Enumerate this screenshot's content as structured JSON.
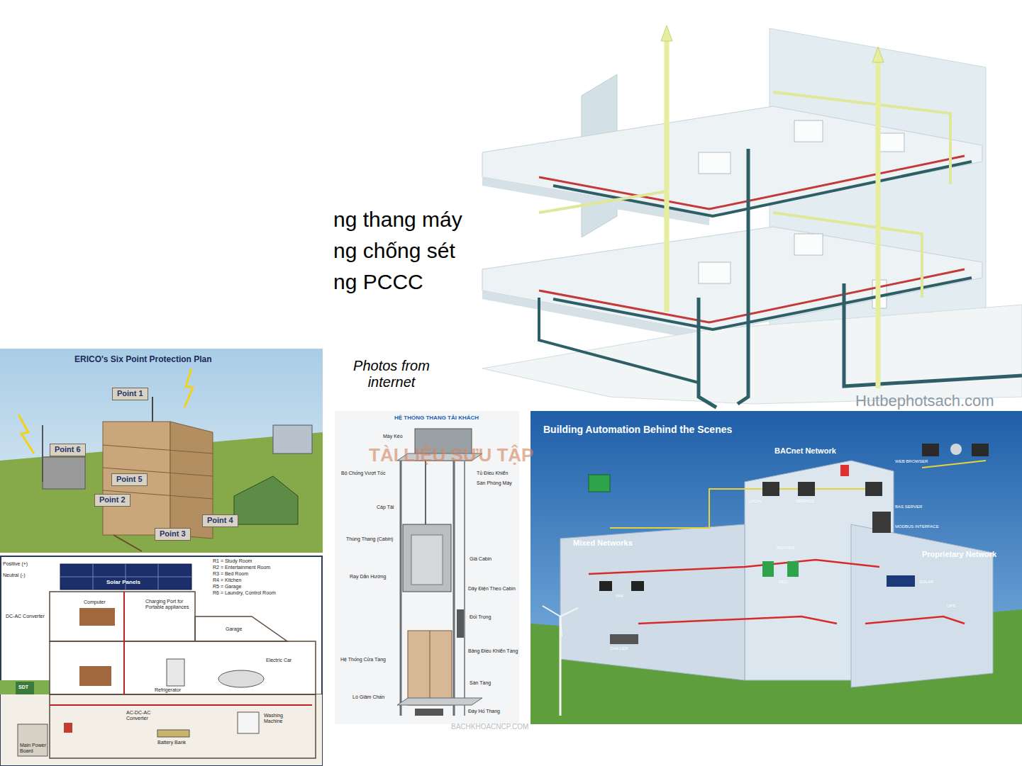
{
  "diagram": {
    "nodes": [
      {
        "text": [
          "Point 1"
        ]
      },
      {
        "text": [
          "Point 6"
        ]
      },
      {
        "text": [
          "Point 5"
        ]
      },
      {
        "text": [
          "Point 2"
        ]
      },
      {
        "text": [
          "Point 4"
        ]
      },
      {
        "text": [
          "Point 3"
        ]
      }
    ],
    "labels": [
      "ng thang máy",
      "ng chống sét",
      "ng PCCC",
      "Photos from internet",
      "Hutbephotsach.com",
      "ERICO's Six Point Protection Plan",
      "HỆ THỐNG THANG TẢI KHÁCH",
      "Máy Kéo",
      "Bộ Chống Vượt Tốc",
      "Cáp Tải",
      "Thùng Thang (Cabin)",
      "Ray Dẫn Hướng",
      "Hệ Thống Cửa Tầng",
      "Lò Giảm Chấn",
      "Tủ Điều Khiển",
      "Sàn Phòng Máy",
      "Giá Cabin",
      "Dây Điện Theo Cabin",
      "Đối Trọng",
      "Bảng Điều Khiển Tầng",
      "Sàn Tầng",
      "Đáy Hố Thang",
      "Building Automation Behind the Scenes",
      "BACnet Network",
      "Mixed Networks",
      "Proprietary Network",
      "WEB BROWSER",
      "LOCAL",
      "SERVICE",
      "BAS SERVER",
      "MODBUS INTERFACE",
      "ROUTER",
      "DDC",
      "VAV",
      "SOLAR",
      "UPS",
      "CHILLER",
      "Solar Panels",
      "R1 = Study Room",
      "R2 = Entertainment Room",
      "R3 = Bed Room",
      "R4 = Kitchen",
      "R5 = Garage",
      "R6 = Laundry, Control Room",
      "Positive (+)",
      "Neutral (-)",
      "Computer",
      "Charging Port for Portable appliances",
      "DC-AC Converter",
      "Garage",
      "Electric Car",
      "Refrigerator",
      "AC-DC-AC Converter",
      "Washing Machine",
      "Battery Bank",
      "Main Power Board",
      "SDT",
      "TÀI LIỆU SƯU TẬP",
      "BACHKHOACNCP.COM"
    ]
  }
}
